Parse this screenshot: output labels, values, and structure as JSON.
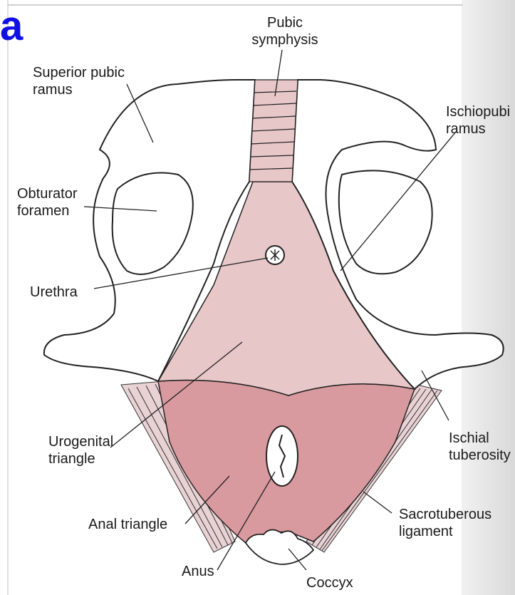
{
  "corner_letter": "a",
  "labels": {
    "pubic_symphysis": [
      "Pubic",
      "symphysis"
    ],
    "superior_pubic_ramus": [
      "Superior pubic",
      "ramus"
    ],
    "ischiopubic_ramus": [
      "Ischiopubi",
      "ramus"
    ],
    "obturator_foramen": [
      "Obturator",
      "foramen"
    ],
    "urethra": "Urethra",
    "urogenital_triangle": [
      "Urogenital",
      "triangle"
    ],
    "ischial_tuberosity": [
      "Ischial",
      "tuberosity"
    ],
    "anal_triangle": "Anal triangle",
    "sacrotuberous_ligament": [
      "Sacrotuberous",
      "ligament"
    ],
    "anus": "Anus",
    "coccyx": "Coccyx"
  },
  "colors": {
    "urogenital_fill": "#e8c7c9",
    "anal_fill": "#d99a9f",
    "outline": "#222222",
    "label_blue": "#1010e6"
  }
}
